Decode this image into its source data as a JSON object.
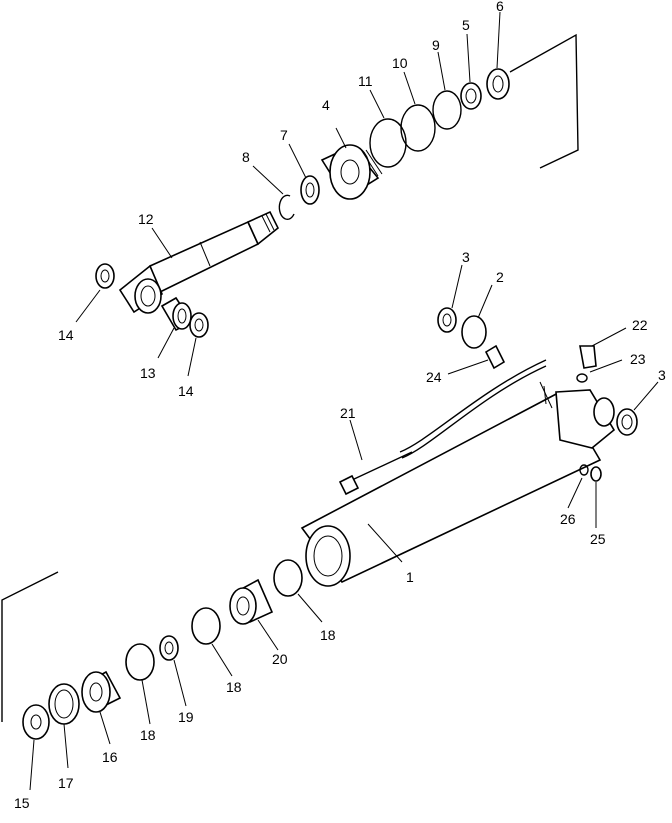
{
  "callouts": [
    "1",
    "2",
    "3",
    "3",
    "4",
    "5",
    "6",
    "7",
    "8",
    "9",
    "10",
    "11",
    "12",
    "13",
    "14",
    "14",
    "15",
    "16",
    "17",
    "18",
    "18",
    "18",
    "19",
    "20",
    "21",
    "22",
    "23",
    "24",
    "25",
    "26"
  ]
}
